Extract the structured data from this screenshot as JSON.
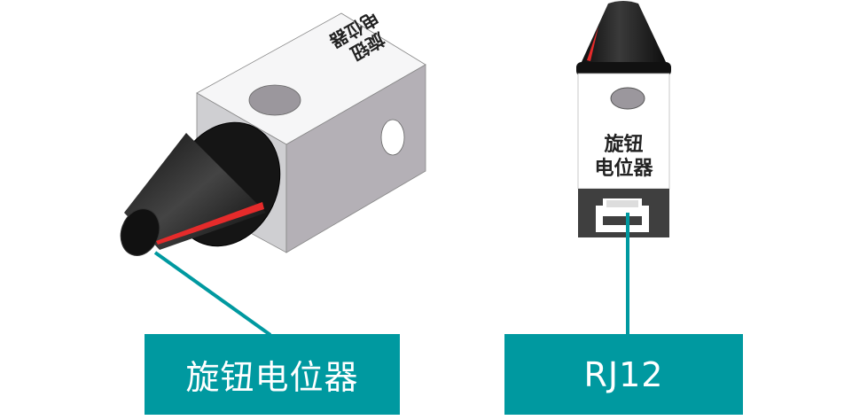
{
  "labels": {
    "knob_potentiometer": "旋钮电位器",
    "connector": "RJ12"
  },
  "module_print": {
    "line1": "旋钮",
    "line2": "电位器",
    "top_face": "旋钮电位器"
  },
  "colors": {
    "accent": "#0099A0",
    "knob": "#1a1a1a",
    "indicator": "#e52b2b",
    "housing": "#e6e6e8"
  }
}
